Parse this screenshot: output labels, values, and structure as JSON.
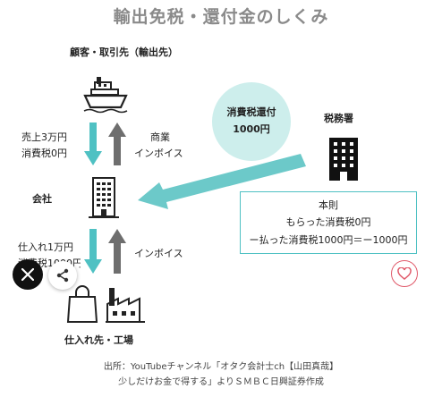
{
  "title": "輸出免税・還付金のしくみ",
  "customer": {
    "label": "顧客・取引先（輸出先）"
  },
  "company": {
    "label": "会社"
  },
  "supplier": {
    "label": "仕入れ先・工場"
  },
  "tax_office": {
    "label": "税務署"
  },
  "upper_flow": {
    "left_line1": "売上3万円",
    "left_line2": "消費税0円",
    "right_line1": "商業",
    "right_line2": "インボイス"
  },
  "lower_flow": {
    "left_line1": "仕入れ1万円",
    "left_line2": "消費税1000円",
    "right_line1": "インボイス"
  },
  "refund": {
    "line1": "消費税還付",
    "line2": "1000円"
  },
  "rule_box": {
    "line1": "本則",
    "line2": "もらった消費税0円",
    "line3": "ー払った消費税1000円＝ー1000円"
  },
  "footer": {
    "line1": "出所：YouTubeチャンネル「オタク会計士ch【山田真哉】",
    "line2": "少しだけお金で得する」よりＳＭＢＣ日興証券作成"
  },
  "colors": {
    "teal": "#4fc1c3",
    "gray_arrow": "#6e6e6e",
    "light_teal": "#cdeeec",
    "heart": "#e05a6a"
  },
  "icons": [
    "ship-icon",
    "building-icon",
    "office-building-icon",
    "shopping-bag-icon",
    "factory-icon",
    "x-logo-icon",
    "share-icon",
    "heart-icon"
  ]
}
